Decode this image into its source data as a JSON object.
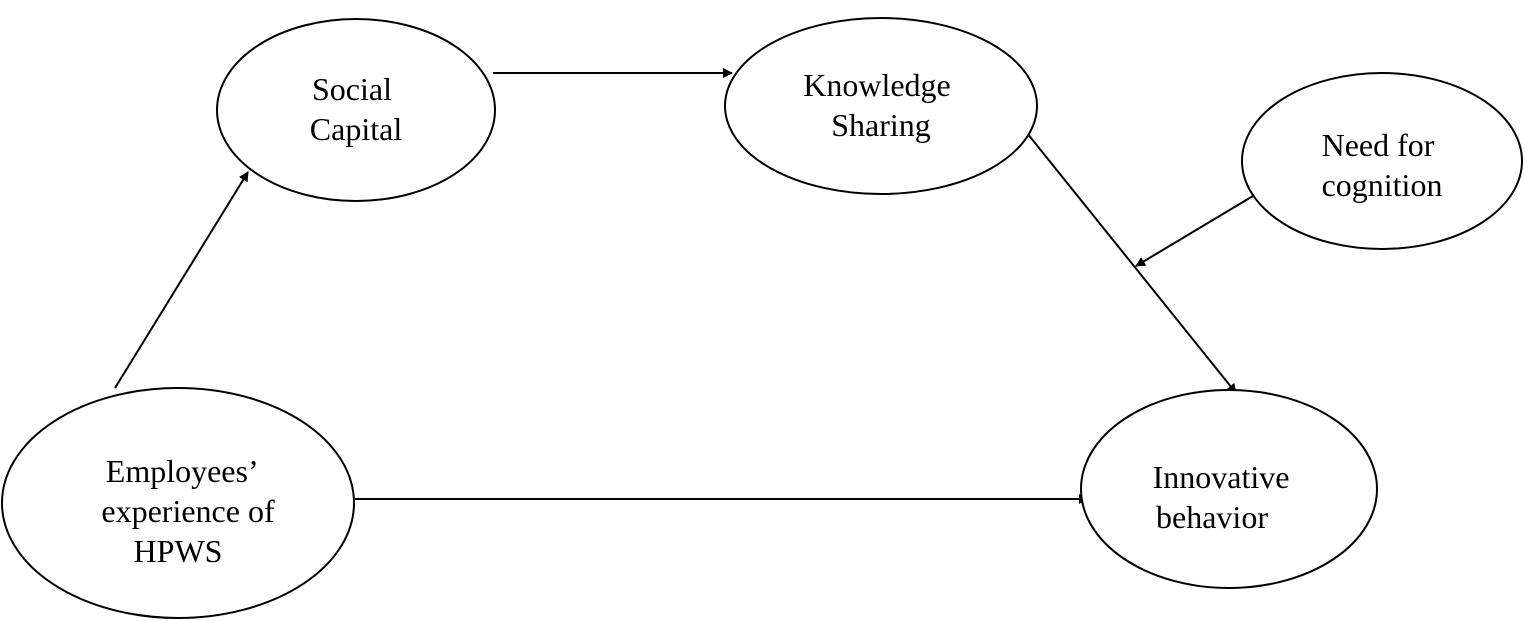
{
  "diagram": {
    "nodes": [
      {
        "id": "social_capital",
        "lines": [
          "Social",
          "Capital"
        ]
      },
      {
        "id": "knowledge_sharing",
        "lines": [
          "Knowledge",
          "Sharing"
        ]
      },
      {
        "id": "need_for_cognition",
        "lines": [
          "Need for",
          "cognition"
        ]
      },
      {
        "id": "employees_hpws",
        "lines": [
          "Employees’",
          "experience of",
          "HPWS"
        ]
      },
      {
        "id": "innovative_behavior",
        "lines": [
          "Innovative",
          "behavior"
        ]
      }
    ],
    "edges": [
      {
        "from": "employees_hpws",
        "to": "social_capital"
      },
      {
        "from": "social_capital",
        "to": "knowledge_sharing"
      },
      {
        "from": "knowledge_sharing",
        "to": "innovative_behavior"
      },
      {
        "from": "employees_hpws",
        "to": "innovative_behavior"
      },
      {
        "from": "need_for_cognition",
        "to": "knowledge_sharing->innovative_behavior"
      }
    ]
  }
}
